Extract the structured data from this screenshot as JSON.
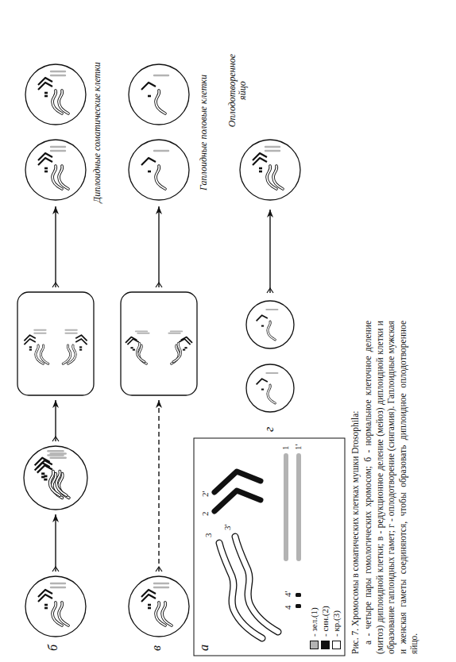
{
  "diagram": {
    "title": "Рис. 7. Хромосомы в соматических клетках мушки Drosophila:",
    "caption": "а - четыре пары гомологических хромосом; б - нормальное клеточное деление (митоз) диплоидной клетки; в - редукционное деление (мейоз) диплоидной клетки и образование гаплоидных гамет; г - оплодотворение (сингамия). Гаплоидные мужская и женская гаметы соединяются, чтобы образовать диплоидное оплодотворенное яйцо.",
    "labels": [
      "б",
      "Диплоидные соматические клетки",
      "в",
      "Гаплоидные половые клетки",
      "а",
      "3",
      "3'",
      "2",
      "2'",
      "4",
      "4'",
      "1",
      "1'",
      "г",
      "Оплодотворенное яйцо"
    ],
    "legend": [
      {
        "text": "- зел.(1)",
        "color": "#b3b3b3"
      },
      {
        "text": "- син.(2)",
        "color": "#111111"
      },
      {
        "text": "- кр.(3)",
        "color": "#ffffff"
      }
    ]
  }
}
